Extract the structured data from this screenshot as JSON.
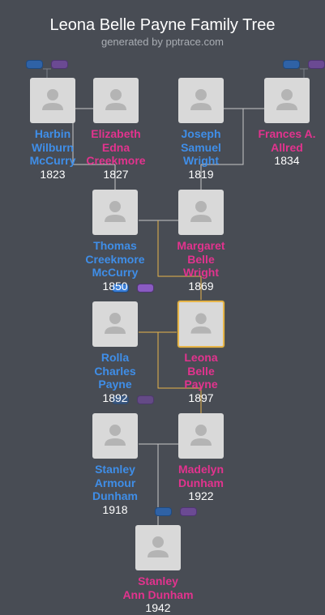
{
  "header": {
    "title": "Leona Belle Payne Family Tree",
    "subtitle": "generated by pptrace.com"
  },
  "colors": {
    "background": "#484c54",
    "male": "#3f8ee8",
    "female": "#e2338e",
    "focus_link": "#e7b54a",
    "link": "#c8c8c8"
  },
  "people": [
    {
      "id": "harbin",
      "name": [
        "Harbin",
        "Wilburn",
        "McCurry"
      ],
      "year": "1823",
      "gender": "male"
    },
    {
      "id": "elizabeth",
      "name": [
        "Elizabeth",
        "Edna",
        "Creekmore"
      ],
      "year": "1827",
      "gender": "female"
    },
    {
      "id": "joseph",
      "name": [
        "Joseph",
        "Samuel",
        "Wright"
      ],
      "year": "1819",
      "gender": "male"
    },
    {
      "id": "frances",
      "name": [
        "Frances A.",
        "Allred"
      ],
      "year": "1834",
      "gender": "female"
    },
    {
      "id": "thomas",
      "name": [
        "Thomas",
        "Creekmore",
        "McCurry"
      ],
      "year": "1850",
      "gender": "male"
    },
    {
      "id": "margaret",
      "name": [
        "Margaret",
        "Belle",
        "Wright"
      ],
      "year": "1869",
      "gender": "female"
    },
    {
      "id": "rolla",
      "name": [
        "Rolla",
        "Charles",
        "Payne"
      ],
      "year": "1892",
      "gender": "male"
    },
    {
      "id": "leona",
      "name": [
        "Leona",
        "Belle",
        "Payne"
      ],
      "year": "1897",
      "gender": "female",
      "focus": true
    },
    {
      "id": "stanley_a",
      "name": [
        "Stanley",
        "Armour",
        "Dunham"
      ],
      "year": "1918",
      "gender": "male"
    },
    {
      "id": "madelyn",
      "name": [
        "Madelyn",
        "Dunham"
      ],
      "year": "1922",
      "gender": "female"
    },
    {
      "id": "stanley_ann",
      "name": [
        "Stanley",
        "Ann Dunham"
      ],
      "year": "1942",
      "gender": "female"
    }
  ]
}
